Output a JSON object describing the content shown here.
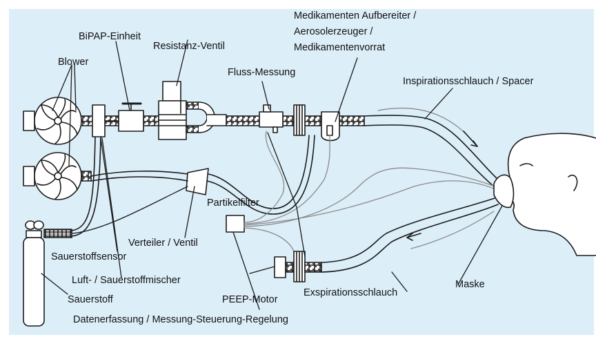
{
  "colors": {
    "background": "#dceef8",
    "line": "#1a1a1a",
    "tube_fill": "#ffffff",
    "grey_line": "#8a8a8a"
  },
  "labels": {
    "blower": "Blower",
    "bipap": "BiPAP-Einheit",
    "resistanz": "Resistanz-Ventil",
    "fluss": "Fluss-Messung",
    "medikamenten_1": "Medikamenten Aufbereiter /",
    "medikamenten_2": "Aerosolerzeuger /",
    "medikamenten_3": "Medikamentenvorrat",
    "inspiration": "Inspirationsschlauch / Spacer",
    "partikelfilter": "Partikelfilter",
    "verteiler": "Verteiler / Ventil",
    "sauerstoffsensor": "Sauerstoffsensor",
    "mischer": "Luft- / Sauerstoffmischer",
    "sauerstoff": "Sauerstoff",
    "peep": "PEEP-Motor",
    "exspiration": "Exspirationsschlauch",
    "maske": "Maske",
    "daten": "Datenerfassung / Messung-Steuerung-Regelung"
  }
}
